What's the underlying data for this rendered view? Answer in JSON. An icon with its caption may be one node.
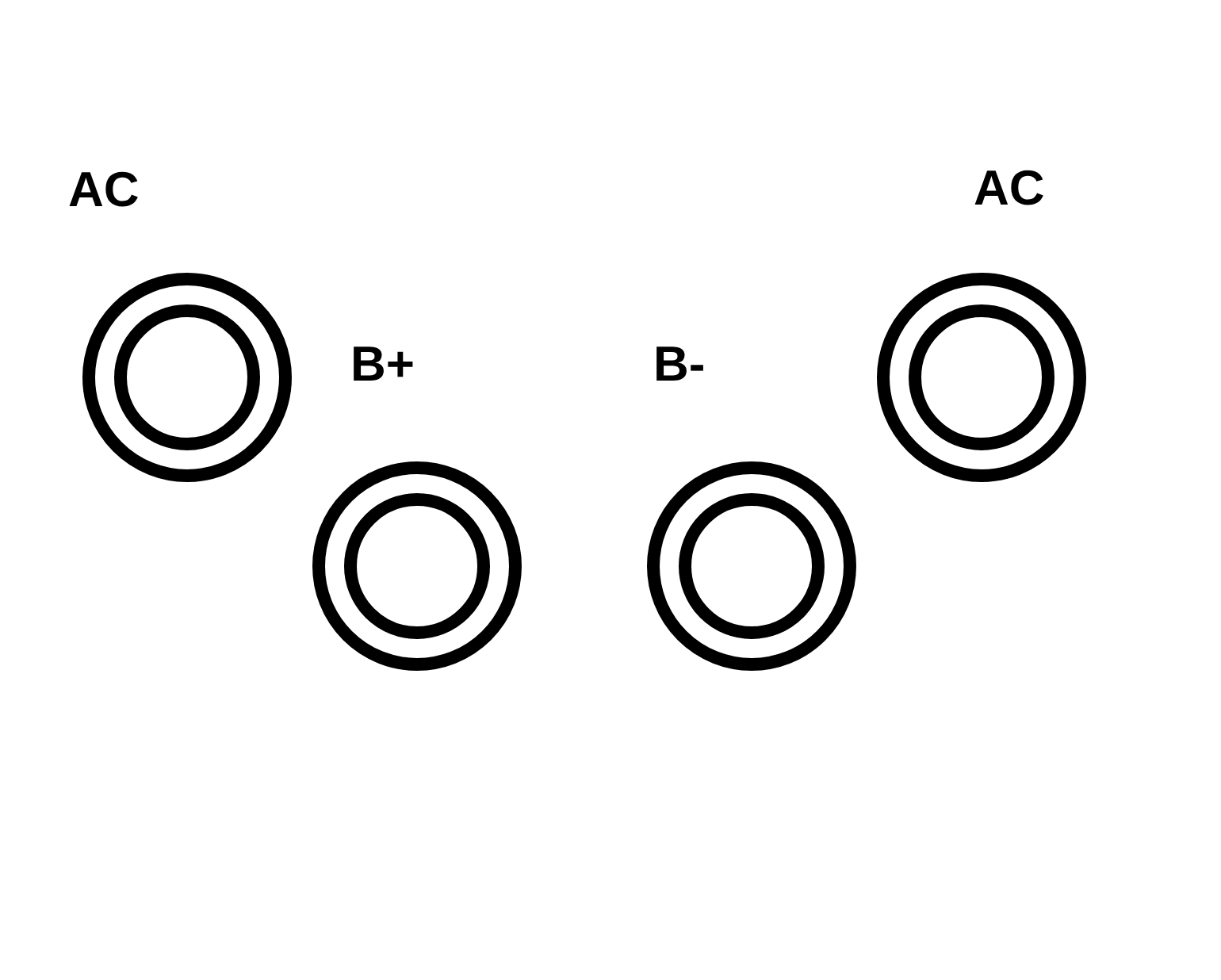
{
  "diagram": {
    "nodes": [
      {
        "text": [
          "AC"
        ]
      },
      {
        "text": [
          "B+"
        ]
      },
      {
        "text": [
          "B-"
        ]
      },
      {
        "text": [
          "AC"
        ]
      }
    ]
  }
}
